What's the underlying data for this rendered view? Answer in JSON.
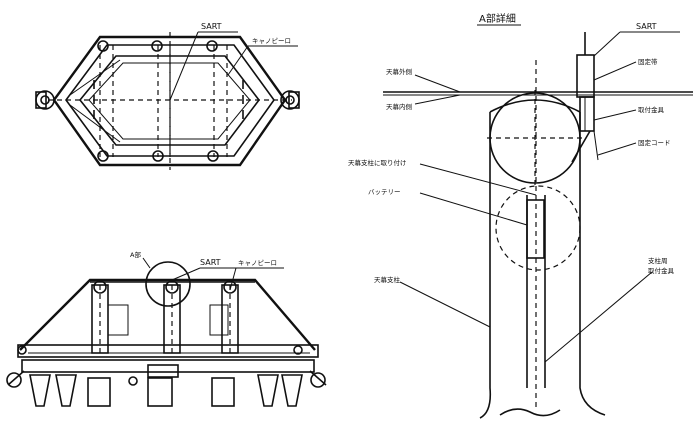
{
  "top_view": {
    "sart_label": "SART",
    "canopy_pole_label": "キャノピーロ"
  },
  "side_view": {
    "detail_ref_label": "A部",
    "sart_label": "SART",
    "canopy_pole_label": "キャノピーロ"
  },
  "detail": {
    "title": "A部詳細",
    "sart_label": "SART",
    "labels": {
      "canopy_outer": "天幕外側",
      "canopy_inner": "天幕内側",
      "fixing_band": "固定帯",
      "fixing_strap": "取付金具",
      "fixing_cord": "固定コード",
      "attach_under_canopy": "天幕支柱に取り付け",
      "battery": "バッテリー",
      "inner_pole": "天幕支柱",
      "right_note_line1": "支柱周",
      "right_note_line2": "取付金具"
    }
  }
}
